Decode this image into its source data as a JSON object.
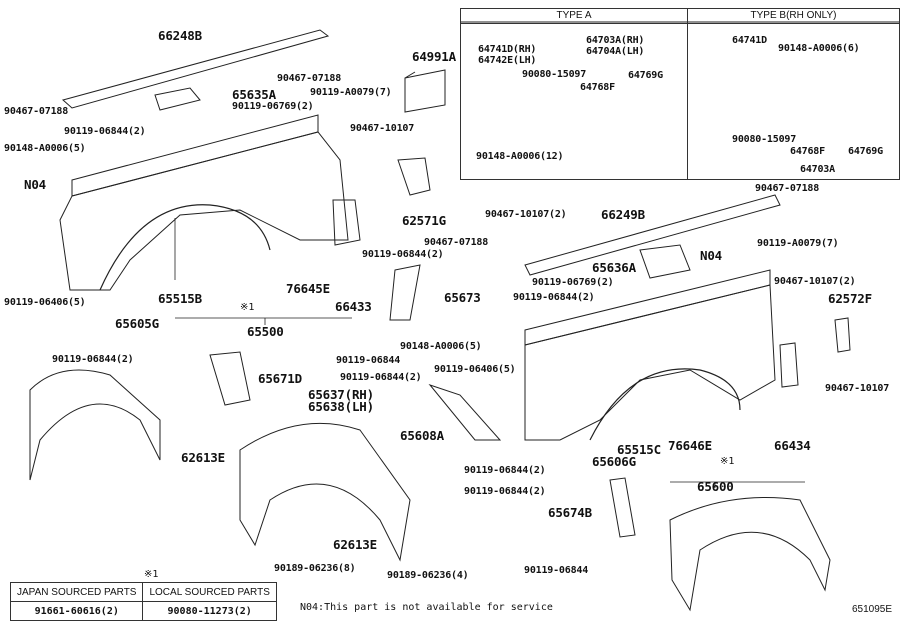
{
  "diagram": {
    "figure_code": "651095E",
    "note": "N04:This part is not available for service",
    "footnote_marker": "※1",
    "source_table": {
      "headers": [
        "JAPAN SOURCED PARTS",
        "LOCAL SOURCED PARTS"
      ],
      "values": [
        "91661-60616(2)",
        "90080-11273(2)"
      ]
    },
    "inset": {
      "type_a": {
        "title": "TYPE A",
        "labels": [
          "64741D(RH)",
          "64742E(LH)",
          "64703A(RH)",
          "64704A(LH)",
          "90080-15097",
          "64768F",
          "64769G",
          "90148-A0006(12)"
        ]
      },
      "type_b": {
        "title": "TYPE B(RH ONLY)",
        "labels": [
          "64741D",
          "90148-A0006(6)",
          "90080-15097",
          "64768F",
          "64769G",
          "64703A"
        ]
      }
    },
    "labels": [
      "66248B",
      "90467-07188",
      "90467-07188",
      "65635A",
      "90119-06769(2)",
      "90119-06844(2)",
      "90148-A0006(5)",
      "64991A",
      "90119-A0079(7)",
      "90467-10107",
      "N04",
      "62571G",
      "90467-10107(2)",
      "90119-06406(5)",
      "65605G",
      "65515B",
      "※1",
      "76645E",
      "66433",
      "65500",
      "90119-06844(2)",
      "90119-06844(2)",
      "65673",
      "90119-06844",
      "65671D",
      "65637(RH)",
      "65638(LH)",
      "90119-06844(2)",
      "62613E",
      "90467-07188",
      "66249B",
      "90467-07188",
      "90119-A0079(7)",
      "N04",
      "65636A",
      "90119-06769(2)",
      "90119-06844(2)",
      "90467-10107(2)",
      "62572F",
      "90148-A0006(5)",
      "90119-06406(5)",
      "90467-10107",
      "65608A",
      "65606G",
      "65515C",
      "76646E",
      "※1",
      "66434",
      "65600",
      "90119-06844(2)",
      "90119-06844(2)",
      "65674B",
      "62613E",
      "90189-06236(8)",
      "90189-06236(4)",
      "90119-06844"
    ]
  }
}
